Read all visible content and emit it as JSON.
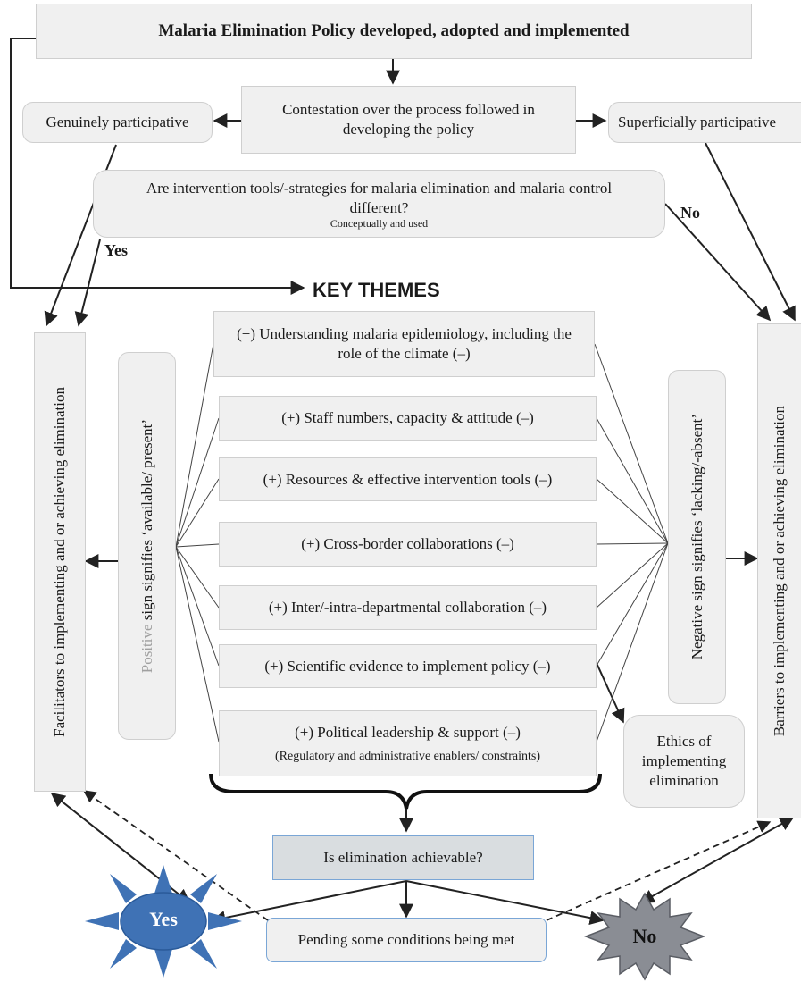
{
  "header": {
    "policy": "Malaria Elimination Policy developed, adopted and implemented"
  },
  "contestation": {
    "center": "Contestation over the process followed in developing the policy",
    "left": "Genuinely participative",
    "right": "Superficially participative"
  },
  "question": {
    "text": "Are intervention tools/-strategies for malaria elimination and malaria control different?",
    "sub": "Conceptually and used",
    "yes": "Yes",
    "no": "No"
  },
  "key_themes": "KEY THEMES",
  "facilitators": "Facilitators to implementing and or achieving elimination",
  "barriers": "Barriers to implementing and or achieving elimination",
  "positive": {
    "word": "Positive",
    "rest": " sign signifies ‘available/ present’"
  },
  "negative": "Negative sign signifies ‘lacking/-absent’",
  "themes": [
    "(+) Understanding malaria epidemiology, including the role of the climate (–)",
    "(+) Staff numbers, capacity & attitude (–)",
    "(+) Resources & effective intervention tools (–)",
    "(+) Cross-border collaborations (–)",
    "(+) Inter/-intra-departmental collaboration (–)",
    "(+) Scientific evidence to implement policy (–)",
    "(+) Political leadership & support (–)"
  ],
  "political_sub": "(Regulatory and administrative enablers/ constraints)",
  "ethics": "Ethics of implementing elimination",
  "achievable": "Is elimination achievable?",
  "outcomes": {
    "yes": "Yes",
    "pending": "Pending some conditions being met",
    "no": "No"
  },
  "colors": {
    "yes_star": "#3f72b5",
    "no_star": "#8a8d94",
    "achievable_fill": "#d9dde0",
    "achievable_border": "#7aa6d6"
  }
}
